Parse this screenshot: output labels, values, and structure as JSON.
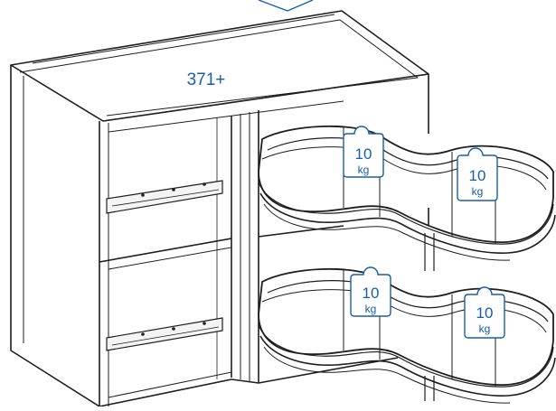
{
  "diagram": {
    "dimension_label": "371+",
    "weights": [
      {
        "value": "10",
        "unit": "kg"
      },
      {
        "value": "10",
        "unit": "kg"
      },
      {
        "value": "10",
        "unit": "kg"
      },
      {
        "value": "10",
        "unit": "kg"
      }
    ],
    "colors": {
      "line": "#1e1e1e",
      "accent": "#1a5ea8",
      "weight_fill": "#ffffff",
      "background": "#ffffff"
    }
  }
}
